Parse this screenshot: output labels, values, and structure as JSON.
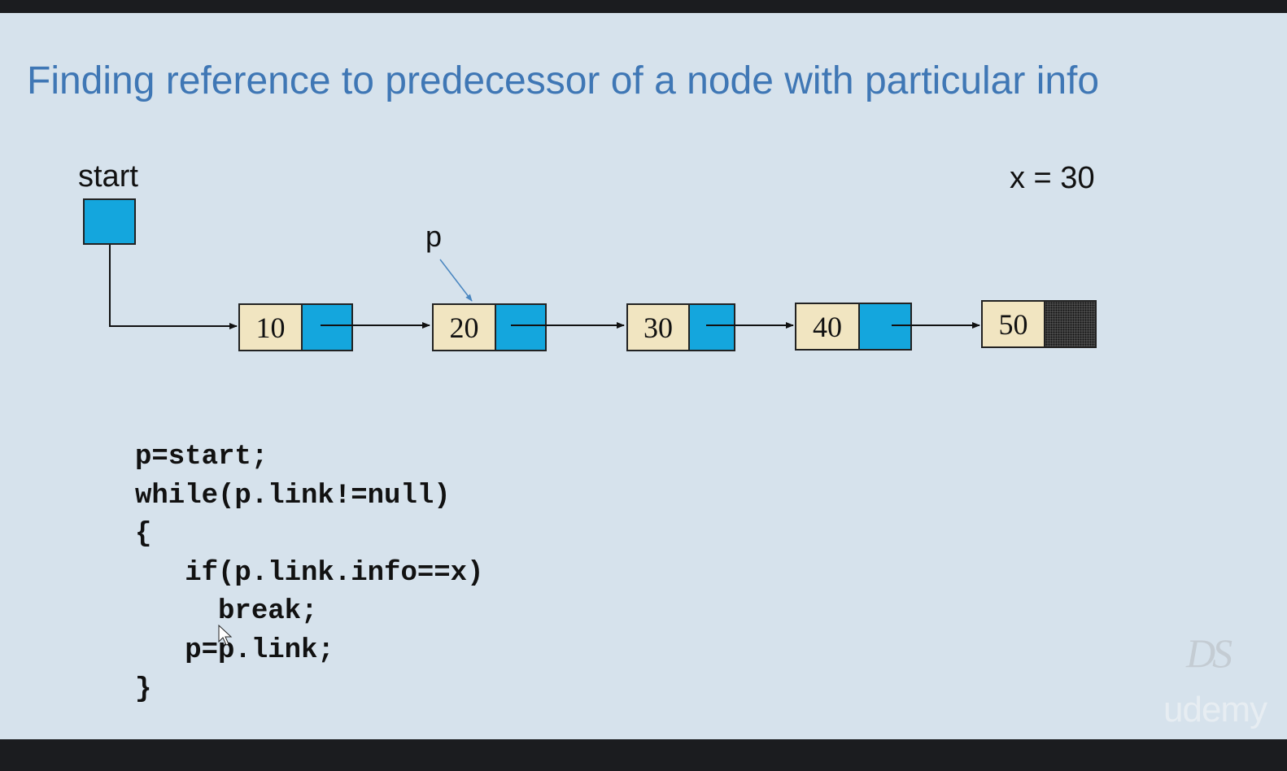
{
  "slide": {
    "title": "Finding reference to predecessor of a node with particular info",
    "start_label": "start",
    "x_label": "x = 30",
    "pointer_label": "p"
  },
  "list": {
    "nodes": [
      {
        "info": "10"
      },
      {
        "info": "20"
      },
      {
        "info": "30"
      },
      {
        "info": "40"
      },
      {
        "info": "50"
      }
    ]
  },
  "code": {
    "lines": [
      "p=start;",
      "while(p.link!=null)",
      "{",
      "   if(p.link.info==x)",
      "     break;",
      "   p=p.link;",
      "}"
    ]
  },
  "watermark": {
    "logo": "DS",
    "brand": "udemy"
  },
  "colors": {
    "background": "#d6e2ec",
    "title": "#3f77b5",
    "link_field": "#14a6dd",
    "info_field": "#f1e5c1",
    "letterbox": "#1b1c1f"
  }
}
